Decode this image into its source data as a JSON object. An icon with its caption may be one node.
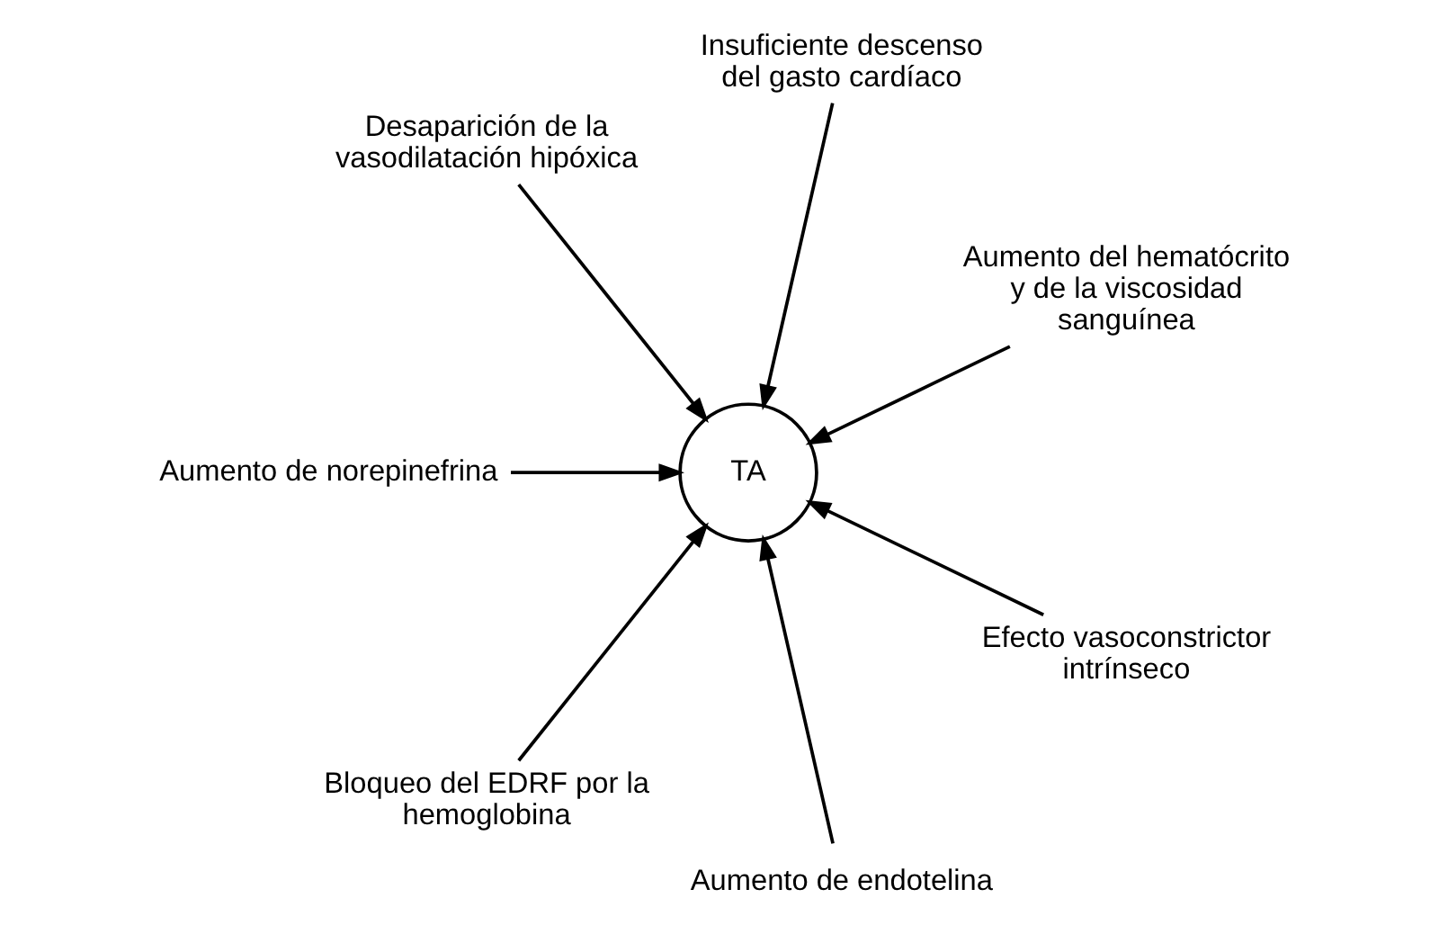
{
  "diagram": {
    "nodes": [
      {
        "text": [
          "Aumento del hematócrito y de la viscosidad sanguínea"
        ]
      },
      {
        "text": [
          "Insuficiente descenso del gasto cardíaco"
        ]
      },
      {
        "text": [
          "Desaparición de la vasodilatación hipóxica"
        ]
      },
      {
        "text": [
          "TA"
        ]
      },
      {
        "text": [
          "Aumento de norepinefrina"
        ]
      },
      {
        "text": [
          "Bloqueo del EDRF por la hemoglobina"
        ]
      },
      {
        "text": [
          "Aumento de endotelina"
        ]
      },
      {
        "text": [
          "Efecto vasoconstrictor intrínseco"
        ]
      }
    ],
    "edges": [
      {
        "from": 0,
        "to": 3,
        "arrow": "to"
      },
      {
        "from": 1,
        "to": 3,
        "arrow": "to"
      },
      {
        "from": 2,
        "to": 3,
        "arrow": "to"
      },
      {
        "from": 4,
        "to": 3,
        "arrow": "to"
      },
      {
        "from": 5,
        "to": 3,
        "arrow": "to"
      },
      {
        "from": 6,
        "to": 3,
        "arrow": "to"
      },
      {
        "from": 7,
        "to": 3,
        "arrow": "to"
      }
    ]
  }
}
